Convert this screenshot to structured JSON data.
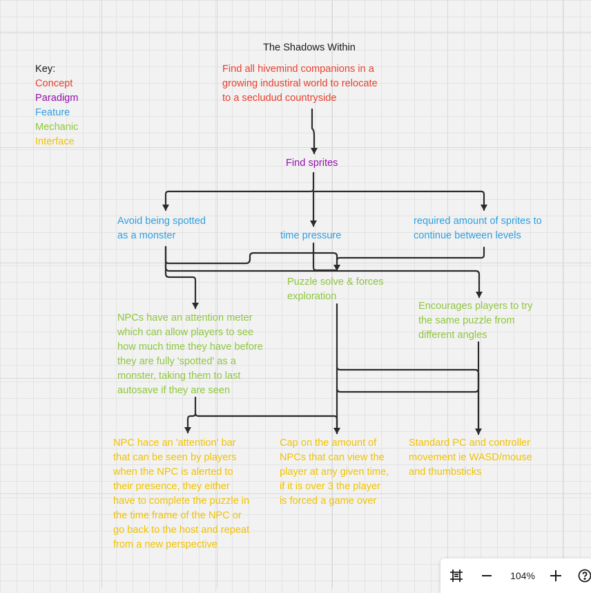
{
  "title": "The Shadows Within",
  "key": {
    "heading": "Key:",
    "items": [
      "Concept",
      "Paradigm",
      "Feature",
      "Mechanic",
      "Interface"
    ]
  },
  "colors": {
    "concept": "#e8412e",
    "paradigm": "#9510ac",
    "feature": "#2e9fe0",
    "mechanic": "#8fc63e",
    "interface": "#f2c200",
    "connector": "#2a2a2a"
  },
  "nodes": {
    "concept_main": "Find all hivemind companions in a\ngrowing industiral world to relocate\nto a secludud countryside",
    "paradigm_find_sprites": "Find sprites",
    "feature_avoid": "Avoid being spotted\nas a monster",
    "feature_time": "time pressure",
    "feature_required": "required amount of sprites to\ncontinue between levels",
    "mechanic_puzzle": "Puzzle solve & forces\nexploration",
    "mechanic_encourage": "Encourages players to try\nthe same puzzle from\ndifferent angles",
    "mechanic_attention_meter": "NPCs have an attention meter\nwhich can allow players to see\nhow much time they have before\nthey are fully 'spotted' as a\nmonster, taking them to last\nautosave if they are seen",
    "interface_attention_bar": "NPC hace an 'attention' bar\nthat can be seen by players\nwhen the NPC is alerted to\ntheir presence, they either\nhave to complete the puzzle in\nthe time frame of the NPC or\ngo back to the host and repeat\nfrom a new perspective",
    "interface_cap": "Cap on the amount of\nNPCs that can view the\nplayer at any given time,\nif it is over 3 the player\nis forced a game over",
    "interface_movement": "Standard PC and controller\nmovement ie WASD/mouse\nand thumbsticks"
  },
  "toolbar": {
    "zoom": "104%",
    "icons": [
      "frame-icon",
      "zoom-out-icon",
      "zoom-in-icon",
      "help-icon"
    ]
  }
}
